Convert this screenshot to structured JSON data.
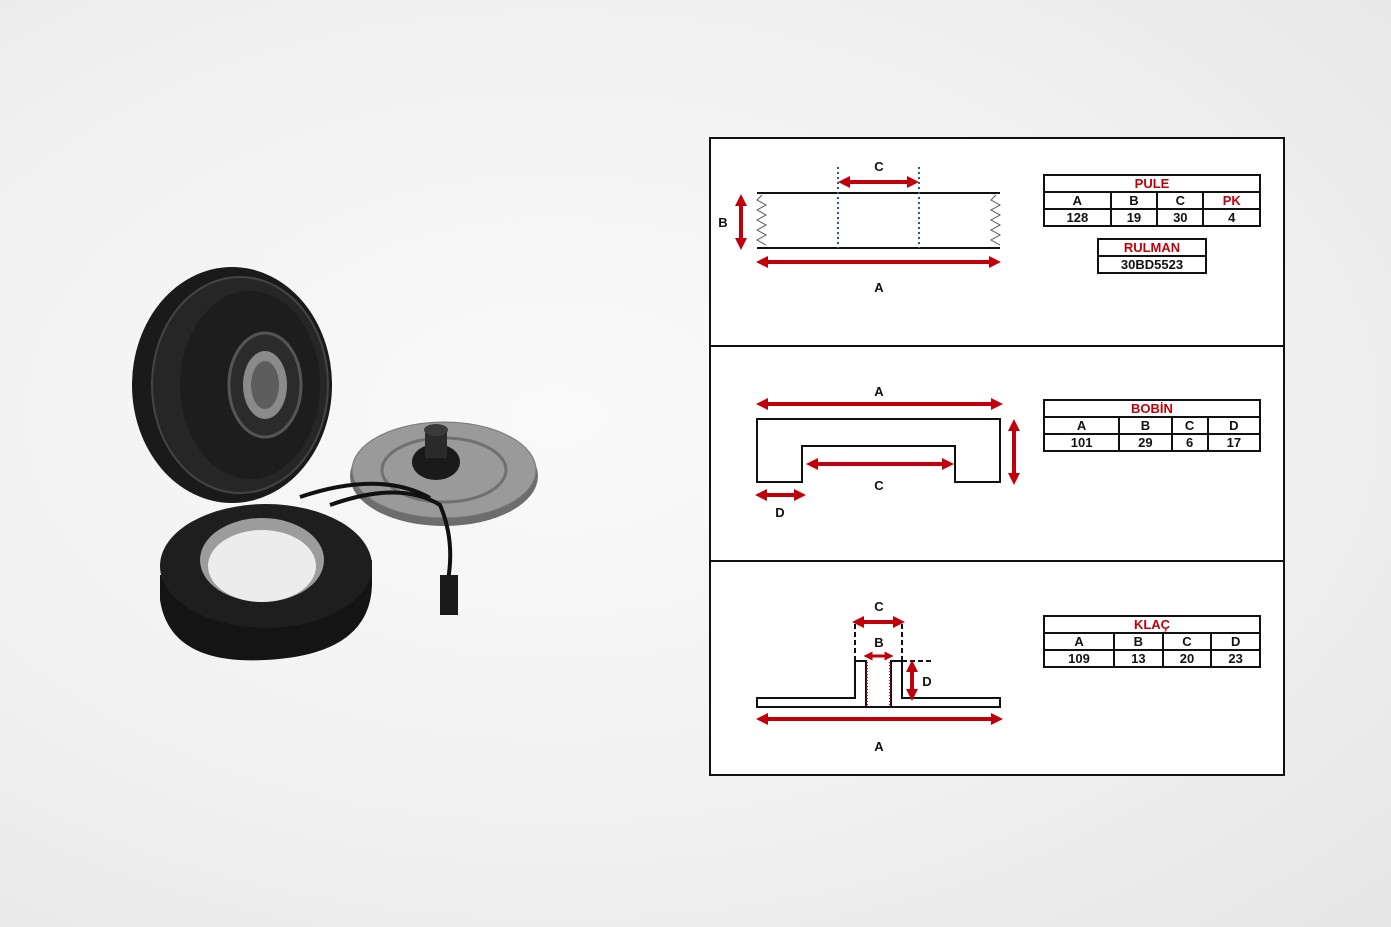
{
  "colors": {
    "accent_red": "#c0000a",
    "line": "#111111"
  },
  "pulley": {
    "diagram_labels": {
      "a": "A",
      "b": "B",
      "c": "C"
    },
    "table": {
      "title": "PULE",
      "headers": [
        "A",
        "B",
        "C",
        "PK"
      ],
      "values": [
        "128",
        "19",
        "30",
        "4"
      ]
    },
    "bearing": {
      "title": "RULMAN",
      "value": "30BD5523"
    }
  },
  "coil": {
    "diagram_labels": {
      "a": "A",
      "c": "C",
      "d": "D"
    },
    "table": {
      "title": "BOBİN",
      "headers": [
        "A",
        "B",
        "C",
        "D"
      ],
      "values": [
        "101",
        "29",
        "6",
        "17"
      ]
    }
  },
  "clutch": {
    "diagram_labels": {
      "a": "A",
      "b": "B",
      "c": "C",
      "d": "D"
    },
    "table": {
      "title": "KLAÇ",
      "headers": [
        "A",
        "B",
        "C",
        "D"
      ],
      "values": [
        "109",
        "13",
        "20",
        "23"
      ]
    }
  }
}
